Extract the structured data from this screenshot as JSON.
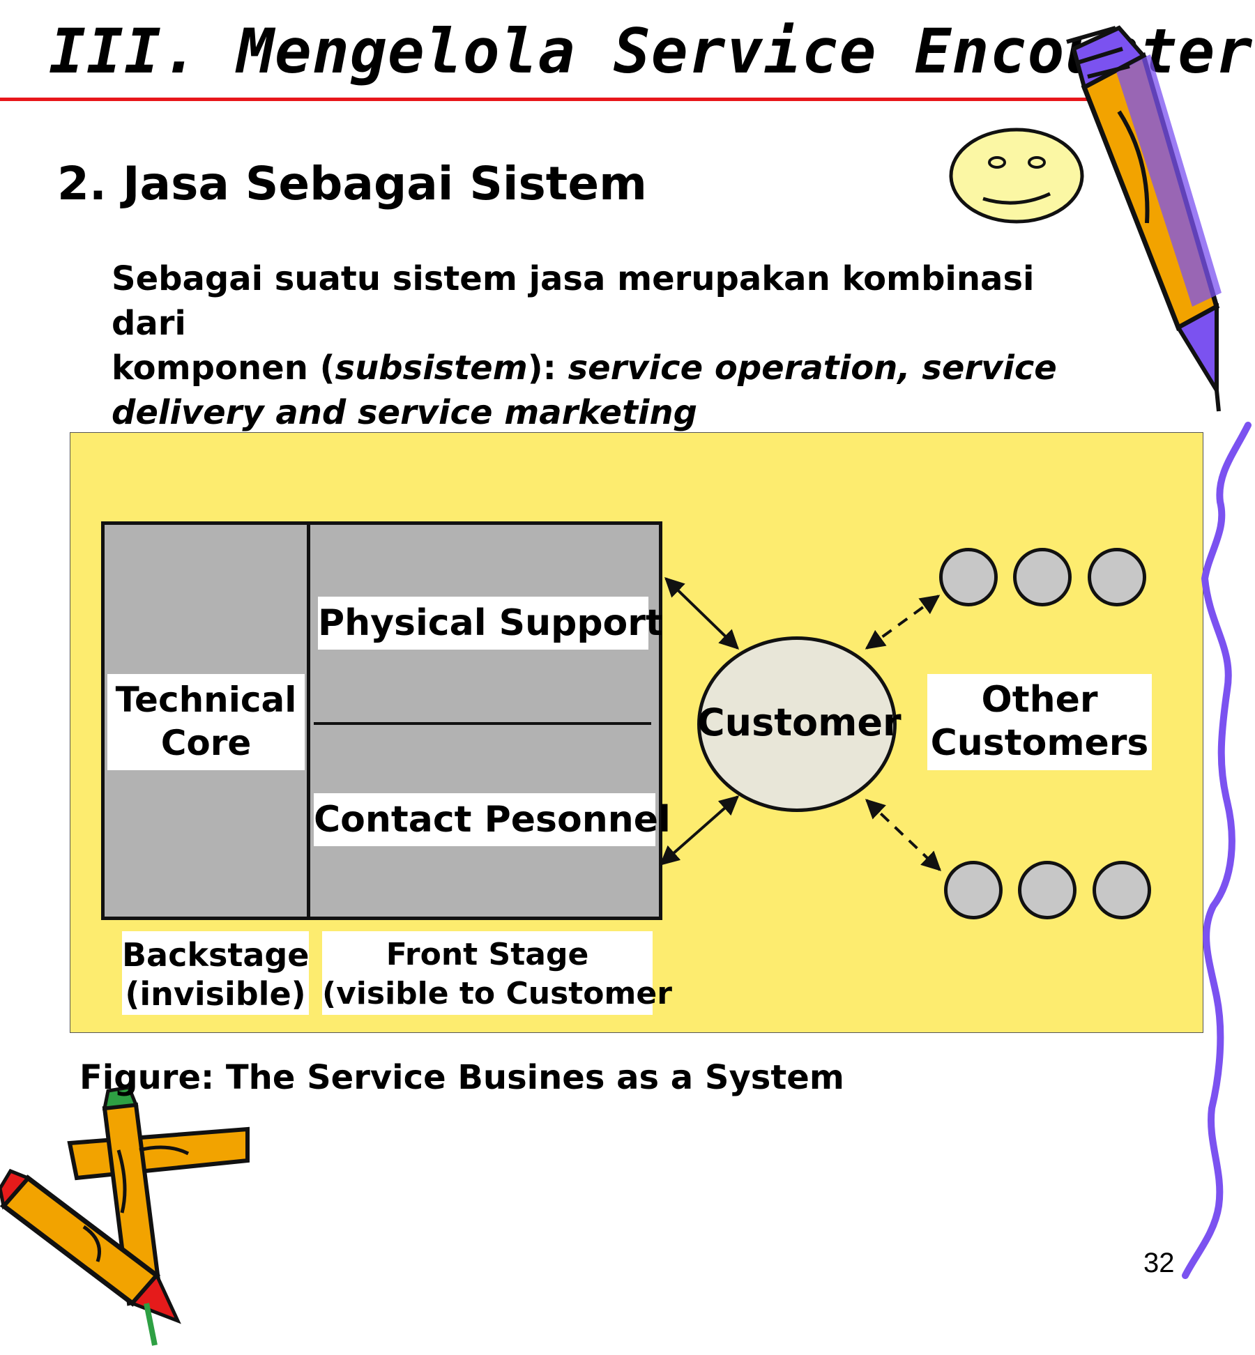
{
  "slide": {
    "title": "III.  Mengelola Service Encounters",
    "subtitle": "2. Jasa Sebagai Sistem",
    "body": {
      "line1": "Sebagai suatu sistem jasa merupakan kombinasi dari",
      "line2_prefix": "komponen (",
      "line2_italic": "subsistem",
      "line2_mid": "): ",
      "line2_italic2": "service operation, service",
      "line3_italic": "delivery and service marketing"
    },
    "caption": "Figure: The Service Busines as a System",
    "page_number": "32"
  },
  "diagram": {
    "technical_core": {
      "line1": "Technical",
      "line2": "Core"
    },
    "physical_support": "Physical Support",
    "contact_personnel": "Contact Pesonnel",
    "customer": "Customer",
    "other_customers": {
      "line1": "Other",
      "line2": "Customers"
    },
    "backstage": {
      "line1": "Backstage",
      "line2": "(invisible)"
    },
    "front_stage": {
      "line1": "Front Stage",
      "line2": "(visible to Customer"
    }
  },
  "colors": {
    "panel": "#fdec6f",
    "box_gray": "#b2b2b2",
    "title_rule": "#e8161b",
    "customer_fill": "#e8e6d8",
    "dot_fill": "#c7c7c7",
    "wavy_line": "#7b52f0"
  },
  "icons": [
    "smiley-face-icon",
    "pencil-icon",
    "crossed-pencils-icon"
  ]
}
